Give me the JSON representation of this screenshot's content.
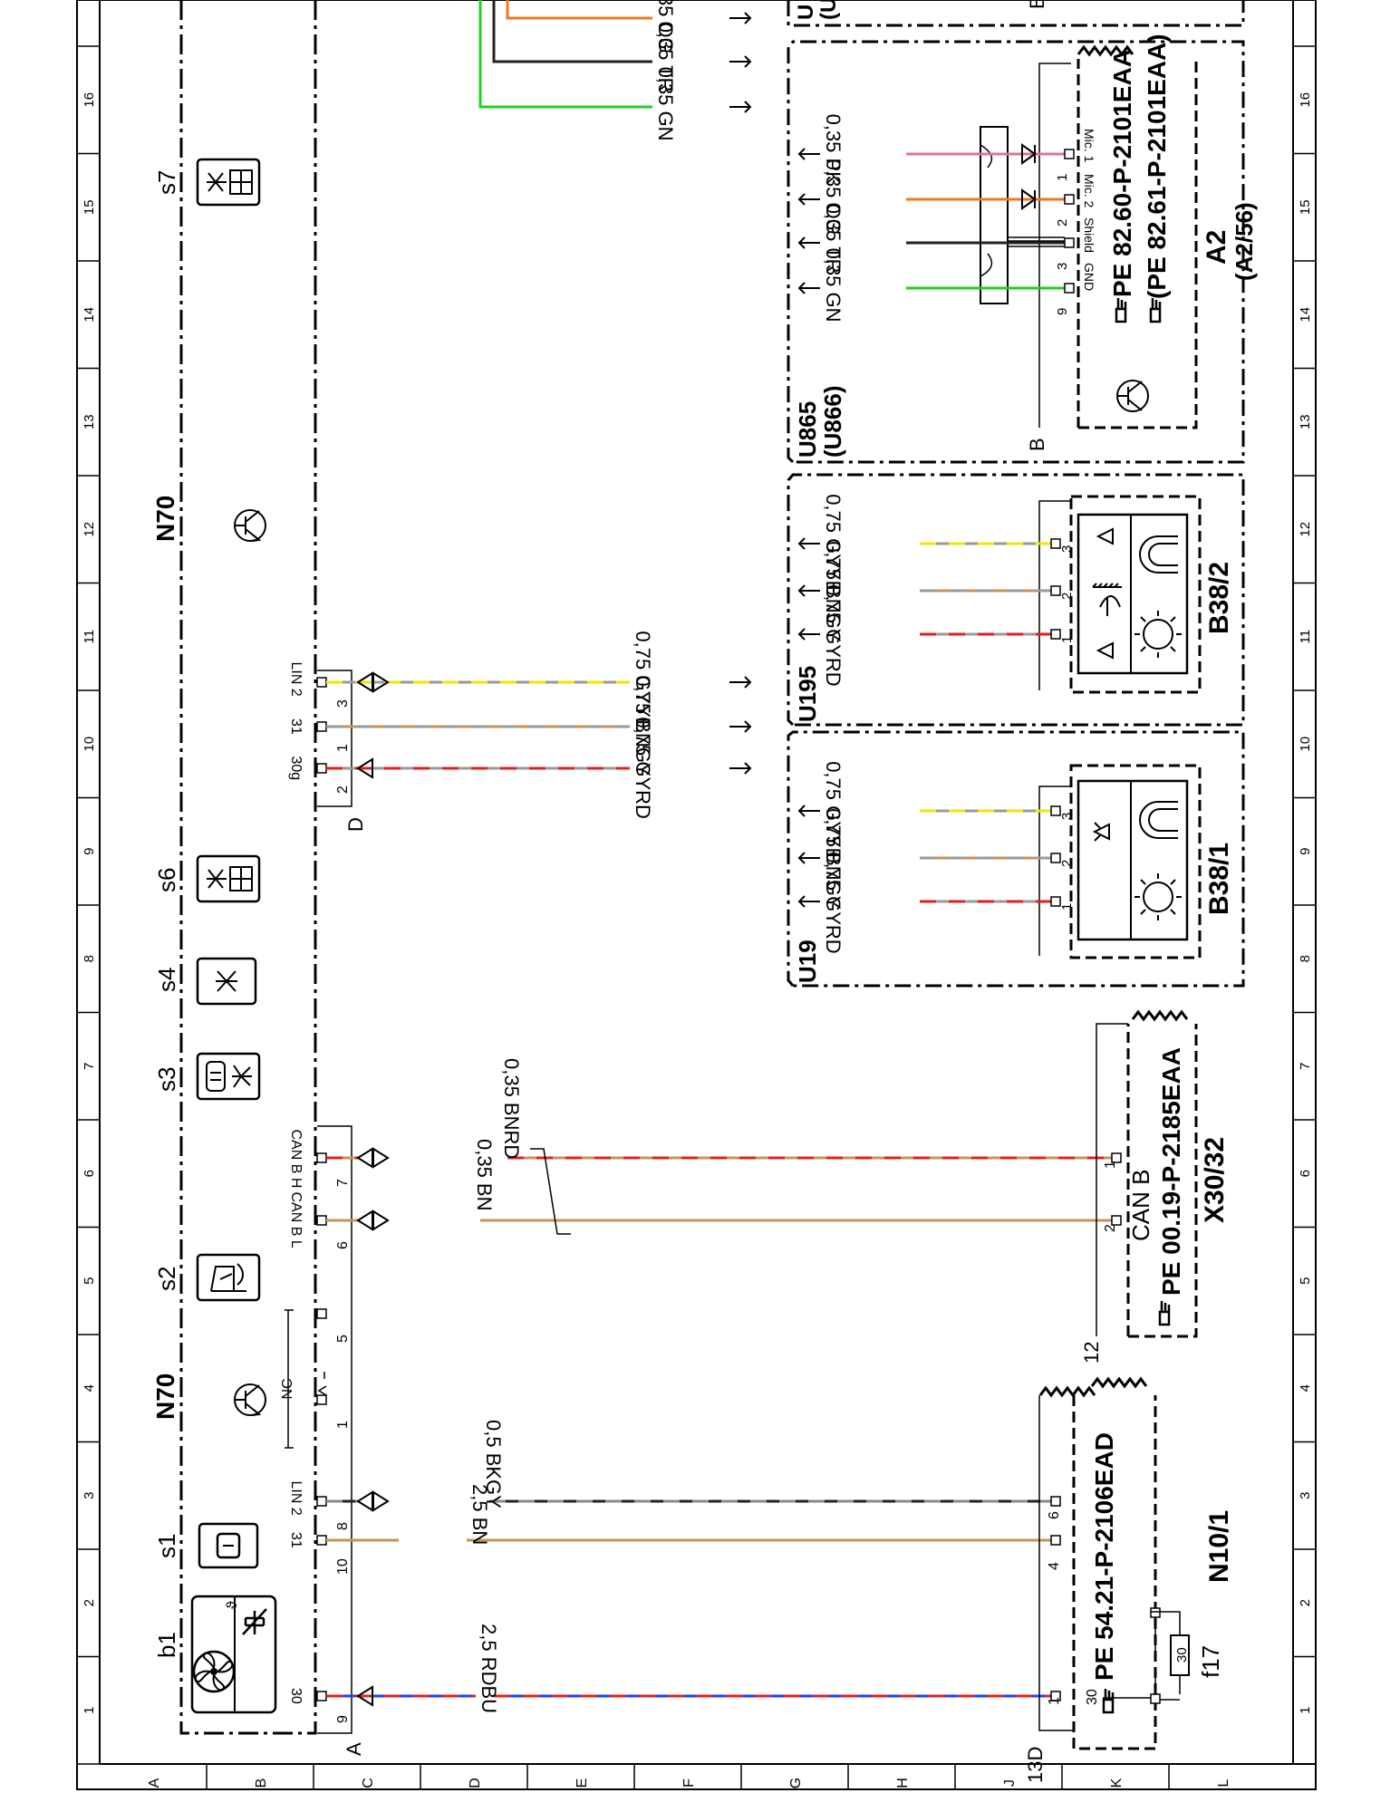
{
  "frame": {
    "row_letters": [
      "A",
      "B",
      "C",
      "D",
      "E",
      "F",
      "G",
      "H",
      "J",
      "K",
      "L"
    ],
    "col_numbers": [
      "1",
      "2",
      "3",
      "4",
      "5",
      "6",
      "7",
      "8",
      "9",
      "10",
      "11",
      "12",
      "13",
      "14",
      "15",
      "16",
      "1"
    ]
  },
  "ecu": {
    "label_top": "N70",
    "label_bottom": "N70",
    "switches": [
      {
        "name": "b1",
        "icon": "fan-temperature-icon"
      },
      {
        "name": "s1",
        "icon": "button-icon"
      },
      {
        "name": "s2",
        "icon": "sunroof-icon"
      },
      {
        "name": "s3",
        "icon": "interior-light-icon"
      },
      {
        "name": "s4",
        "icon": "lamp-icon"
      },
      {
        "name": "s6",
        "icon": "reading-lamp-icon"
      },
      {
        "name": "s7",
        "icon": "reading-lamp-icon"
      }
    ],
    "fan_symbol_label": "ϑ",
    "nc_label": "NC",
    "connector_a_label": "A",
    "connector_d_label": "D",
    "pins_a": [
      {
        "pin": "9",
        "signal": "30"
      },
      {
        "pin": "10",
        "signal": "31"
      },
      {
        "pin": "8",
        "signal": "LIN 2"
      },
      {
        "pin": "1",
        "signal": ""
      },
      {
        "pin": "5",
        "signal": ""
      },
      {
        "pin": "6",
        "signal": "CAN B L"
      },
      {
        "pin": "7",
        "signal": "CAN B H"
      }
    ],
    "pins_d": [
      {
        "pin": "2",
        "signal": "30g"
      },
      {
        "pin": "1",
        "signal": "31"
      },
      {
        "pin": "3",
        "signal": "LIN 2"
      }
    ]
  },
  "wires": [
    {
      "id": "w-30",
      "label": "2,5 RDBU",
      "colors": [
        "#1f3fff",
        "#e02020"
      ]
    },
    {
      "id": "w-31a",
      "label": "2,5 BN",
      "colors": [
        "#c8935a"
      ]
    },
    {
      "id": "w-lin2a",
      "label": "0,5 BKGY",
      "colors": [
        "#222222",
        "#8a8a8a"
      ]
    },
    {
      "id": "w-canbl",
      "label": "0,35 BN",
      "colors": [
        "#c8935a"
      ]
    },
    {
      "id": "w-canbh",
      "label": "0,35 BNRD",
      "colors": [
        "#c8935a",
        "#e02020"
      ]
    },
    {
      "id": "w-30g",
      "label": "0,75 GYRD",
      "colors": [
        "#9a9a9a",
        "#e02020"
      ]
    },
    {
      "id": "w-31d",
      "label": "0,75 BNGY",
      "colors": [
        "#c8935a",
        "#9a9a9a"
      ]
    },
    {
      "id": "w-lin2d",
      "label": "0,75 GYYE",
      "colors": [
        "#9a9a9a",
        "#f2e600"
      ]
    },
    {
      "id": "w-top-og",
      "label": "0,35 OG",
      "colors": [
        "#f07820"
      ]
    },
    {
      "id": "w-top-tr",
      "label": "0,35 TR",
      "colors": [
        "#222222"
      ]
    },
    {
      "id": "w-top-gn",
      "label": "0,35 GN",
      "colors": [
        "#20d020"
      ]
    }
  ],
  "n10": {
    "name": "N10/1",
    "ref": "PE 54.21-P-2106EAD",
    "pin_30": "30",
    "pin_4": "4",
    "pin_6": "6",
    "pin_1": "1",
    "fuse_label": "f17",
    "fuse_value": "30",
    "connector_label": "13D"
  },
  "x30": {
    "name": "X30/32",
    "ref": "PE 00.19-P-2185EAA",
    "bus": "CAN B",
    "pin_1": "1",
    "pin_2": "2",
    "connector_label": "12"
  },
  "u19": {
    "variant": "U19",
    "sensor": "B38/1",
    "wires": [
      "0,75 GYRD",
      "0,75 BNGY",
      "0,75 GYYE"
    ],
    "pins": [
      "1",
      "2",
      "3"
    ]
  },
  "u195": {
    "variant": "U195",
    "sensor": "B38/2",
    "wires": [
      "0,75 GYRD",
      "0,75 BNGY",
      "0,75 GYYE"
    ],
    "pins": [
      "1",
      "2",
      "3"
    ]
  },
  "u865": {
    "variant": "U865",
    "variant_alt": "(U866)",
    "name": "A2",
    "name_alt": "(A2/56)",
    "ref1": "PE 82.60-P-2101EAA",
    "ref2": "(PE 82.61-P-2101EAA)",
    "connector_label": "B",
    "pins": [
      {
        "pin": "1",
        "signal": "Mic. 1",
        "wire": "0,35 PK"
      },
      {
        "pin": "2",
        "signal": "Mic. 2",
        "wire": "0,35 OG"
      },
      {
        "pin": "3",
        "signal": "Shield",
        "wire": "0,35 TR"
      },
      {
        "pin": "9",
        "signal": "GND",
        "wire": "0,35 GN"
      }
    ]
  },
  "top_right_fragment": {
    "variant": "U",
    "variant_alt": "(U",
    "connector_label": "B"
  }
}
